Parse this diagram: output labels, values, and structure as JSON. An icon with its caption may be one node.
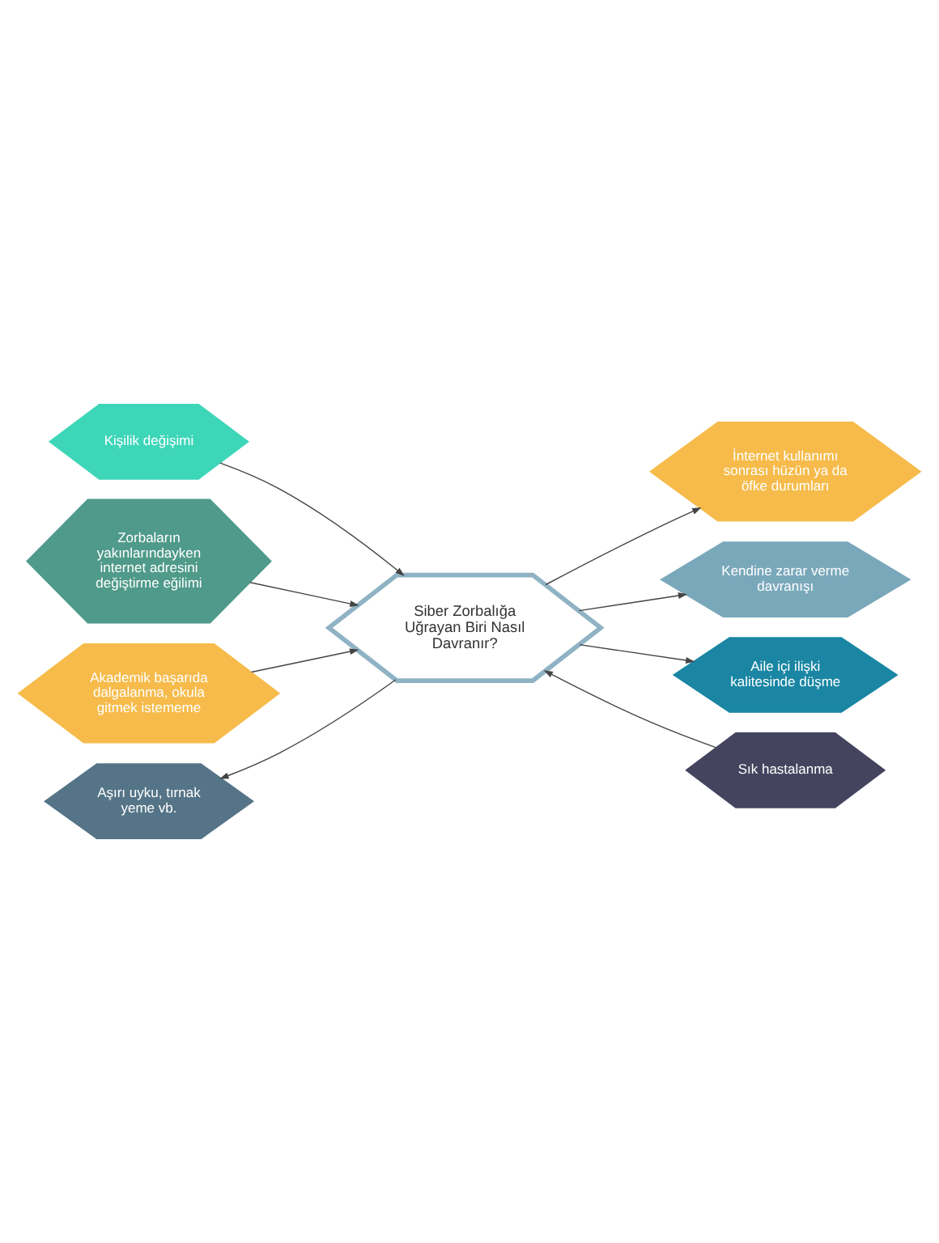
{
  "diagram": {
    "nodes": [
      {
        "text": [
          "Kişilik değişimi"
        ]
      },
      {
        "text": [
          "Zorbaların yakınlarındayken internet adresini değiştirme eğilimi"
        ]
      },
      {
        "text": [
          "Aşırı uyku, tırnak yeme vb."
        ]
      },
      {
        "text": [
          "Akademik başarıda dalgalanma, okula gitmek istememe"
        ]
      },
      {
        "text": [
          "Siber Zorbalığa Uğrayan Biri Nasıl Davranır?"
        ]
      },
      {
        "text": [
          "İnternet kullanımı sonrası hüzün ya da öfke durumları"
        ]
      },
      {
        "text": [
          "Sık hastalanma"
        ]
      },
      {
        "text": [
          "Kendine zarar verme davranışı"
        ]
      },
      {
        "text": [
          "Aile içi ilişki kalitesinde düşme"
        ]
      }
    ],
    "edges": [
      {
        "from": 0,
        "to": 4,
        "arrow": "to"
      },
      {
        "from": 1,
        "to": 4,
        "arrow": "to"
      },
      {
        "from": 4,
        "to": 2,
        "arrow": "to"
      },
      {
        "from": 3,
        "to": 4,
        "arrow": "to"
      },
      {
        "from": 4,
        "to": 5,
        "arrow": "to"
      },
      {
        "from": 6,
        "to": 4,
        "arrow": "to"
      },
      {
        "from": 4,
        "to": 7,
        "arrow": "to"
      },
      {
        "from": 4,
        "to": 8,
        "arrow": "to"
      }
    ]
  }
}
